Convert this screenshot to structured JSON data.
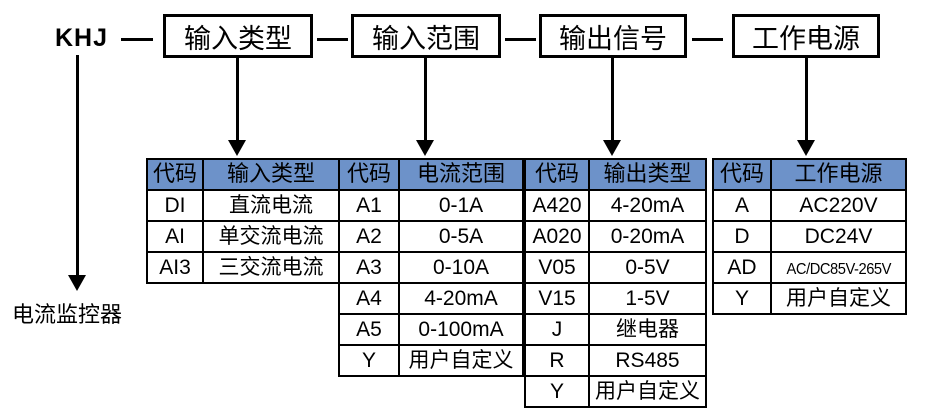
{
  "diagram": {
    "title_code": "KHJ",
    "separator": "—",
    "bottom_label": "电流监控器",
    "header_color": "#6d92c9",
    "segments": [
      {
        "label": "输入类型"
      },
      {
        "label": "输入范围"
      },
      {
        "label": "输出信号"
      },
      {
        "label": "工作电源"
      }
    ]
  },
  "tables": [
    {
      "name": "input-type",
      "headers": [
        "代码",
        "输入类型"
      ],
      "rows": [
        [
          "DI",
          "直流电流"
        ],
        [
          "AI",
          "单交流电流"
        ],
        [
          "AI3",
          "三交流电流"
        ]
      ]
    },
    {
      "name": "current-range",
      "headers": [
        "代码",
        "电流范围"
      ],
      "rows": [
        [
          "A1",
          "0-1A"
        ],
        [
          "A2",
          "0-5A"
        ],
        [
          "A3",
          "0-10A"
        ],
        [
          "A4",
          "4-20mA"
        ],
        [
          "A5",
          "0-100mA"
        ],
        [
          "Y",
          "用户自定义"
        ]
      ]
    },
    {
      "name": "output-type",
      "headers": [
        "代码",
        "输出类型"
      ],
      "rows": [
        [
          "A420",
          "4-20mA"
        ],
        [
          "A020",
          "0-20mA"
        ],
        [
          "V05",
          "0-5V"
        ],
        [
          "V15",
          "1-5V"
        ],
        [
          "J",
          "继电器"
        ],
        [
          "R",
          "RS485"
        ],
        [
          "Y",
          "用户自定义"
        ]
      ]
    },
    {
      "name": "power-supply",
      "headers": [
        "代码",
        "工作电源"
      ],
      "rows": [
        [
          "A",
          "AC220V"
        ],
        [
          "D",
          "DC24V"
        ],
        [
          "AD",
          "AC/DC85V-265V"
        ],
        [
          "Y",
          "用户自定义"
        ]
      ]
    }
  ]
}
